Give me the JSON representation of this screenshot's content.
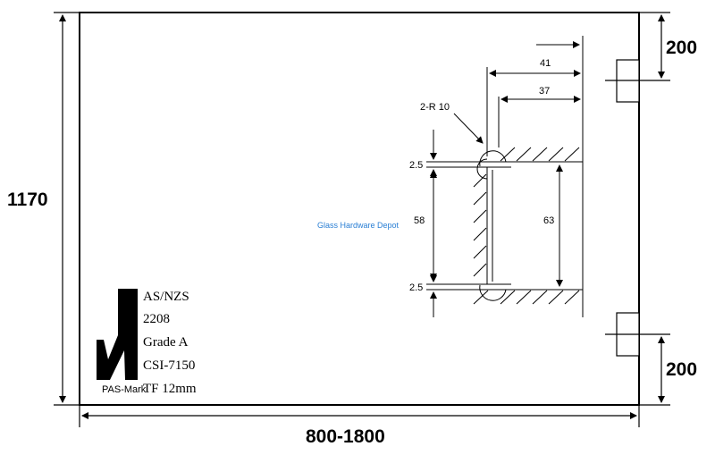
{
  "dimensions": {
    "height": "1170",
    "width": "800-1800",
    "hinge_top_offset": "200",
    "hinge_bottom_offset": "200"
  },
  "detail": {
    "dim_41": "41",
    "dim_37": "37",
    "radius_label": "2-R 10",
    "gap_top": "2.5",
    "gap_bottom": "2.5",
    "dim_58": "58",
    "dim_63": "63"
  },
  "watermark": "Glass Hardware Depot",
  "certification": {
    "logo_caption": "PAS-Mark",
    "lines": [
      "AS/NZS",
      "2208",
      "Grade A",
      "CSI-7150",
      "TF 12mm"
    ]
  },
  "colors": {
    "line": "#000000",
    "watermark": "#2a7fd4"
  }
}
